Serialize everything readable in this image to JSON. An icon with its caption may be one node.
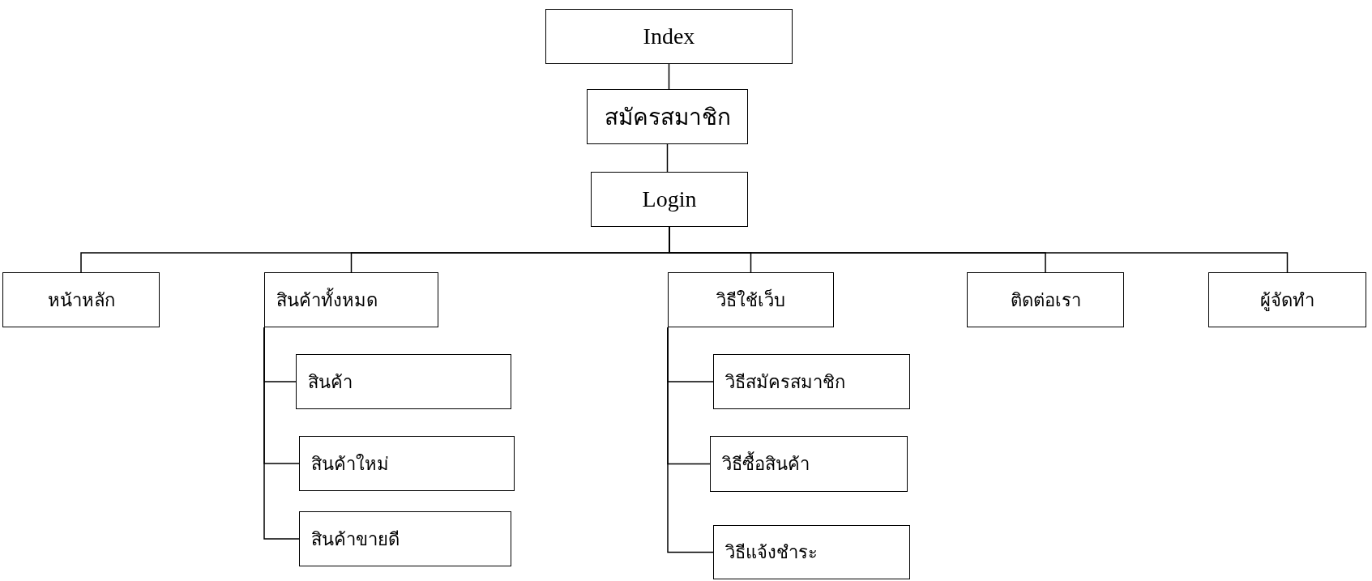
{
  "diagram": {
    "nodes": [
      {
        "text": [
          "Index"
        ]
      },
      {
        "text": [
          "สมัครสมาชิก"
        ]
      },
      {
        "text": [
          "Login"
        ]
      },
      {
        "text": [
          "หน้าหลัก"
        ]
      },
      {
        "text": [
          "สินค้าทั้งหมด"
        ]
      },
      {
        "text": [
          "สินค้า"
        ]
      },
      {
        "text": [
          "สินค้าใหม่"
        ]
      },
      {
        "text": [
          "สินค้าขายดี"
        ]
      },
      {
        "text": [
          "วิธีใช้เว็บ"
        ]
      },
      {
        "text": [
          "วิธีสมัครสมาชิก"
        ]
      },
      {
        "text": [
          "วิธีซื้อสินค้า"
        ]
      },
      {
        "text": [
          "วิธีแจ้งชำระ"
        ]
      },
      {
        "text": [
          "ติดต่อเรา"
        ]
      },
      {
        "text": [
          "ผู้จัดทำ"
        ]
      }
    ],
    "edges": [
      {
        "from": 0,
        "to": 1,
        "arrow": "none"
      },
      {
        "from": 1,
        "to": 2,
        "arrow": "none"
      },
      {
        "from": 2,
        "to": 3,
        "arrow": "none"
      },
      {
        "from": 2,
        "to": 4,
        "arrow": "none"
      },
      {
        "from": 2,
        "to": 8,
        "arrow": "none"
      },
      {
        "from": 2,
        "to": 12,
        "arrow": "none"
      },
      {
        "from": 2,
        "to": 13,
        "arrow": "none"
      },
      {
        "from": 4,
        "to": 5,
        "arrow": "none"
      },
      {
        "from": 4,
        "to": 6,
        "arrow": "none"
      },
      {
        "from": 4,
        "to": 7,
        "arrow": "none"
      },
      {
        "from": 8,
        "to": 9,
        "arrow": "none"
      },
      {
        "from": 8,
        "to": 10,
        "arrow": "none"
      },
      {
        "from": 8,
        "to": 11,
        "arrow": "none"
      }
    ]
  }
}
